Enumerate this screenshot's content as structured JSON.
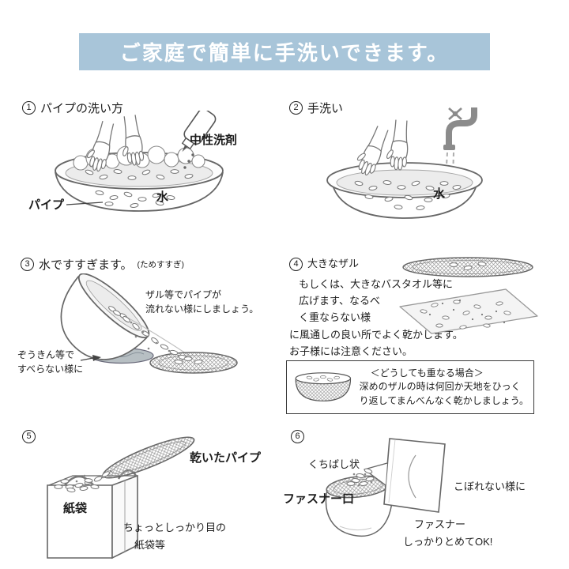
{
  "header": {
    "title": "ご家庭で簡単に手洗いできます。",
    "banner_color": "#a8c5d9",
    "banner_style": "background:#a8c5d9"
  },
  "steps": {
    "s1": {
      "num": "1",
      "title": "パイプの洗い方",
      "detergent": "中性洗剤",
      "pipe": "パイプ",
      "water": "水"
    },
    "s2": {
      "num": "2",
      "title": "手洗い",
      "water": "水"
    },
    "s3": {
      "num": "3",
      "title": "水ですすぎます。",
      "title_note": "(ためすすぎ)",
      "strainer_note": "ザル等でパイプが\n流れない様にしましょう。",
      "cloth_note": "ぞうきん等で\nすべらない様に"
    },
    "s4": {
      "num": "4",
      "line1": "大きなザル",
      "line2": "もしくは、大きなバスタオル等に",
      "line3": "広げます、なるべ",
      "line4": "く重ならない様",
      "line5": "に風通しの良い所でよく乾かします。",
      "line6": "お子様には注意ください。",
      "box": {
        "title": "＜どうしても重なる場合＞",
        "line1": "深めのザルの時は何回か天地をひっく",
        "line2": "り返してまんべんなく乾かしましょう。"
      }
    },
    "s5": {
      "num": "5",
      "dried_pipe": "乾いたパイプ",
      "paper_bag": "紙袋",
      "note_line1": "ちょっとしっかり目の",
      "note_line2": "紙袋等"
    },
    "s6": {
      "num": "6",
      "beak": "くちばし状",
      "spill_note": "こぼれない様に",
      "fastener_mouth": "ファスナー口",
      "note_line1": "ファスナー",
      "note_line2": "しっかりとめてOK!"
    }
  }
}
